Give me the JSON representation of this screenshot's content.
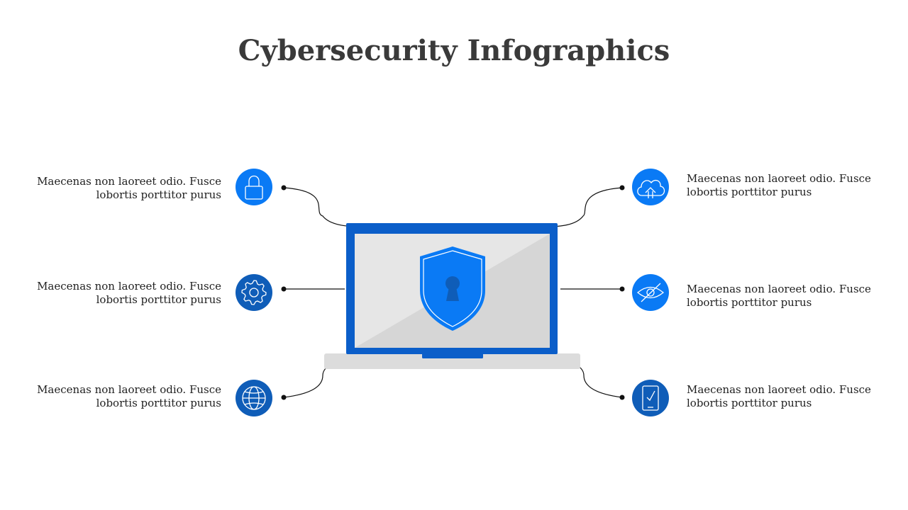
{
  "title": "Cybersecurity Infographics",
  "colors": {
    "primary": "#0A7AF5",
    "dark": "#0F5DB8",
    "frame": "#0B5EC9",
    "screen_light": "#E6E6E6",
    "screen_dark": "#D6D6D6",
    "base": "#DCDCDC",
    "text": "#1F1F1F",
    "title": "#3A3A3A"
  },
  "items": [
    {
      "icon": "lock-icon",
      "line1": "Maecenas non laoreet odio. Fusce",
      "line2": "lobortis porttitor purus"
    },
    {
      "icon": "gear-icon",
      "line1": "Maecenas non laoreet odio. Fusce",
      "line2": "lobortis porttitor purus"
    },
    {
      "icon": "globe-icon",
      "line1": "Maecenas non laoreet odio. Fusce",
      "line2": "lobortis porttitor purus"
    },
    {
      "icon": "cloud-upload-icon",
      "line1": "Maecenas non laoreet odio. Fusce",
      "line2": "lobortis porttitor purus"
    },
    {
      "icon": "eye-slash-icon",
      "line1": "Maecenas non laoreet odio. Fusce",
      "line2": "lobortis porttitor purus"
    },
    {
      "icon": "phone-check-icon",
      "line1": "Maecenas non laoreet odio. Fusce",
      "line2": "lobortis porttitor purus"
    }
  ],
  "center": {
    "icon": "shield-keyhole-icon"
  }
}
